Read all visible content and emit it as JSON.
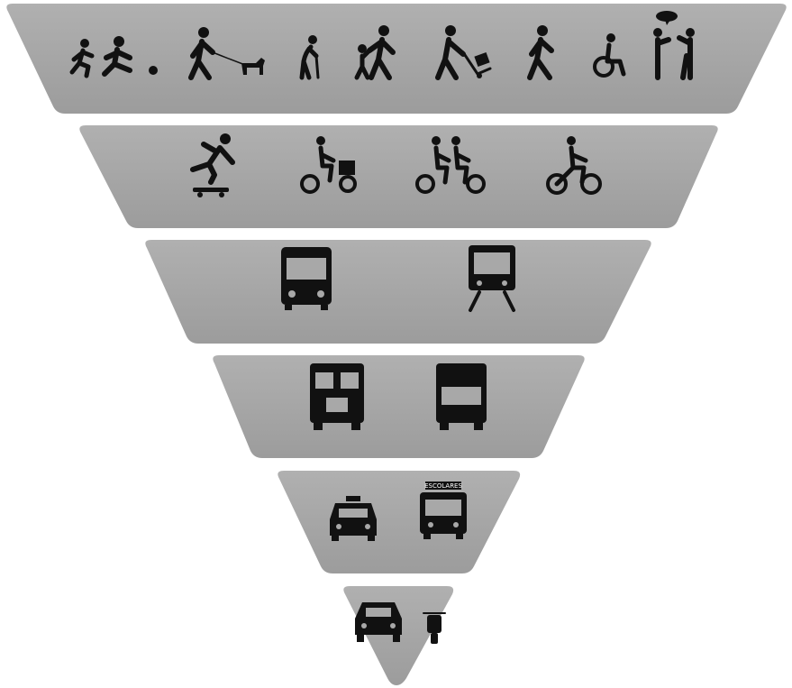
{
  "diagram": {
    "kind": "inverted-pyramid",
    "colors": {
      "tier": "#a6a6a6",
      "icon": "#111111"
    },
    "tiers": [
      {
        "id": "tier-1",
        "group": "pedestrians",
        "icons": [
          "child-running-icon",
          "child-kicking-ball-icon",
          "person-walking-dog-icon",
          "elderly-person-cane-icon",
          "adult-walking-with-child-icon",
          "person-pushing-hand-truck-icon",
          "person-walking-icon",
          "wheelchair-user-icon",
          "people-talking-icon"
        ]
      },
      {
        "id": "tier-2",
        "group": "skaters-and-cyclists",
        "icons": [
          "skateboarder-icon",
          "cargo-bicycle-icon",
          "tandem-bicycle-icon",
          "cyclist-icon"
        ]
      },
      {
        "id": "tier-3",
        "group": "public-transport",
        "icons": [
          "bus-icon",
          "train-icon"
        ]
      },
      {
        "id": "tier-4",
        "group": "freight",
        "icons": [
          "truck-front-icon",
          "lorry-front-icon"
        ]
      },
      {
        "id": "tier-5",
        "group": "taxi-and-school-bus",
        "icons": [
          "taxi-icon",
          "school-bus-icon"
        ]
      },
      {
        "id": "tier-6",
        "group": "private-vehicles",
        "icons": [
          "car-icon",
          "motorcycle-icon"
        ]
      }
    ],
    "school_bus_sign": "ESCOLARES"
  }
}
